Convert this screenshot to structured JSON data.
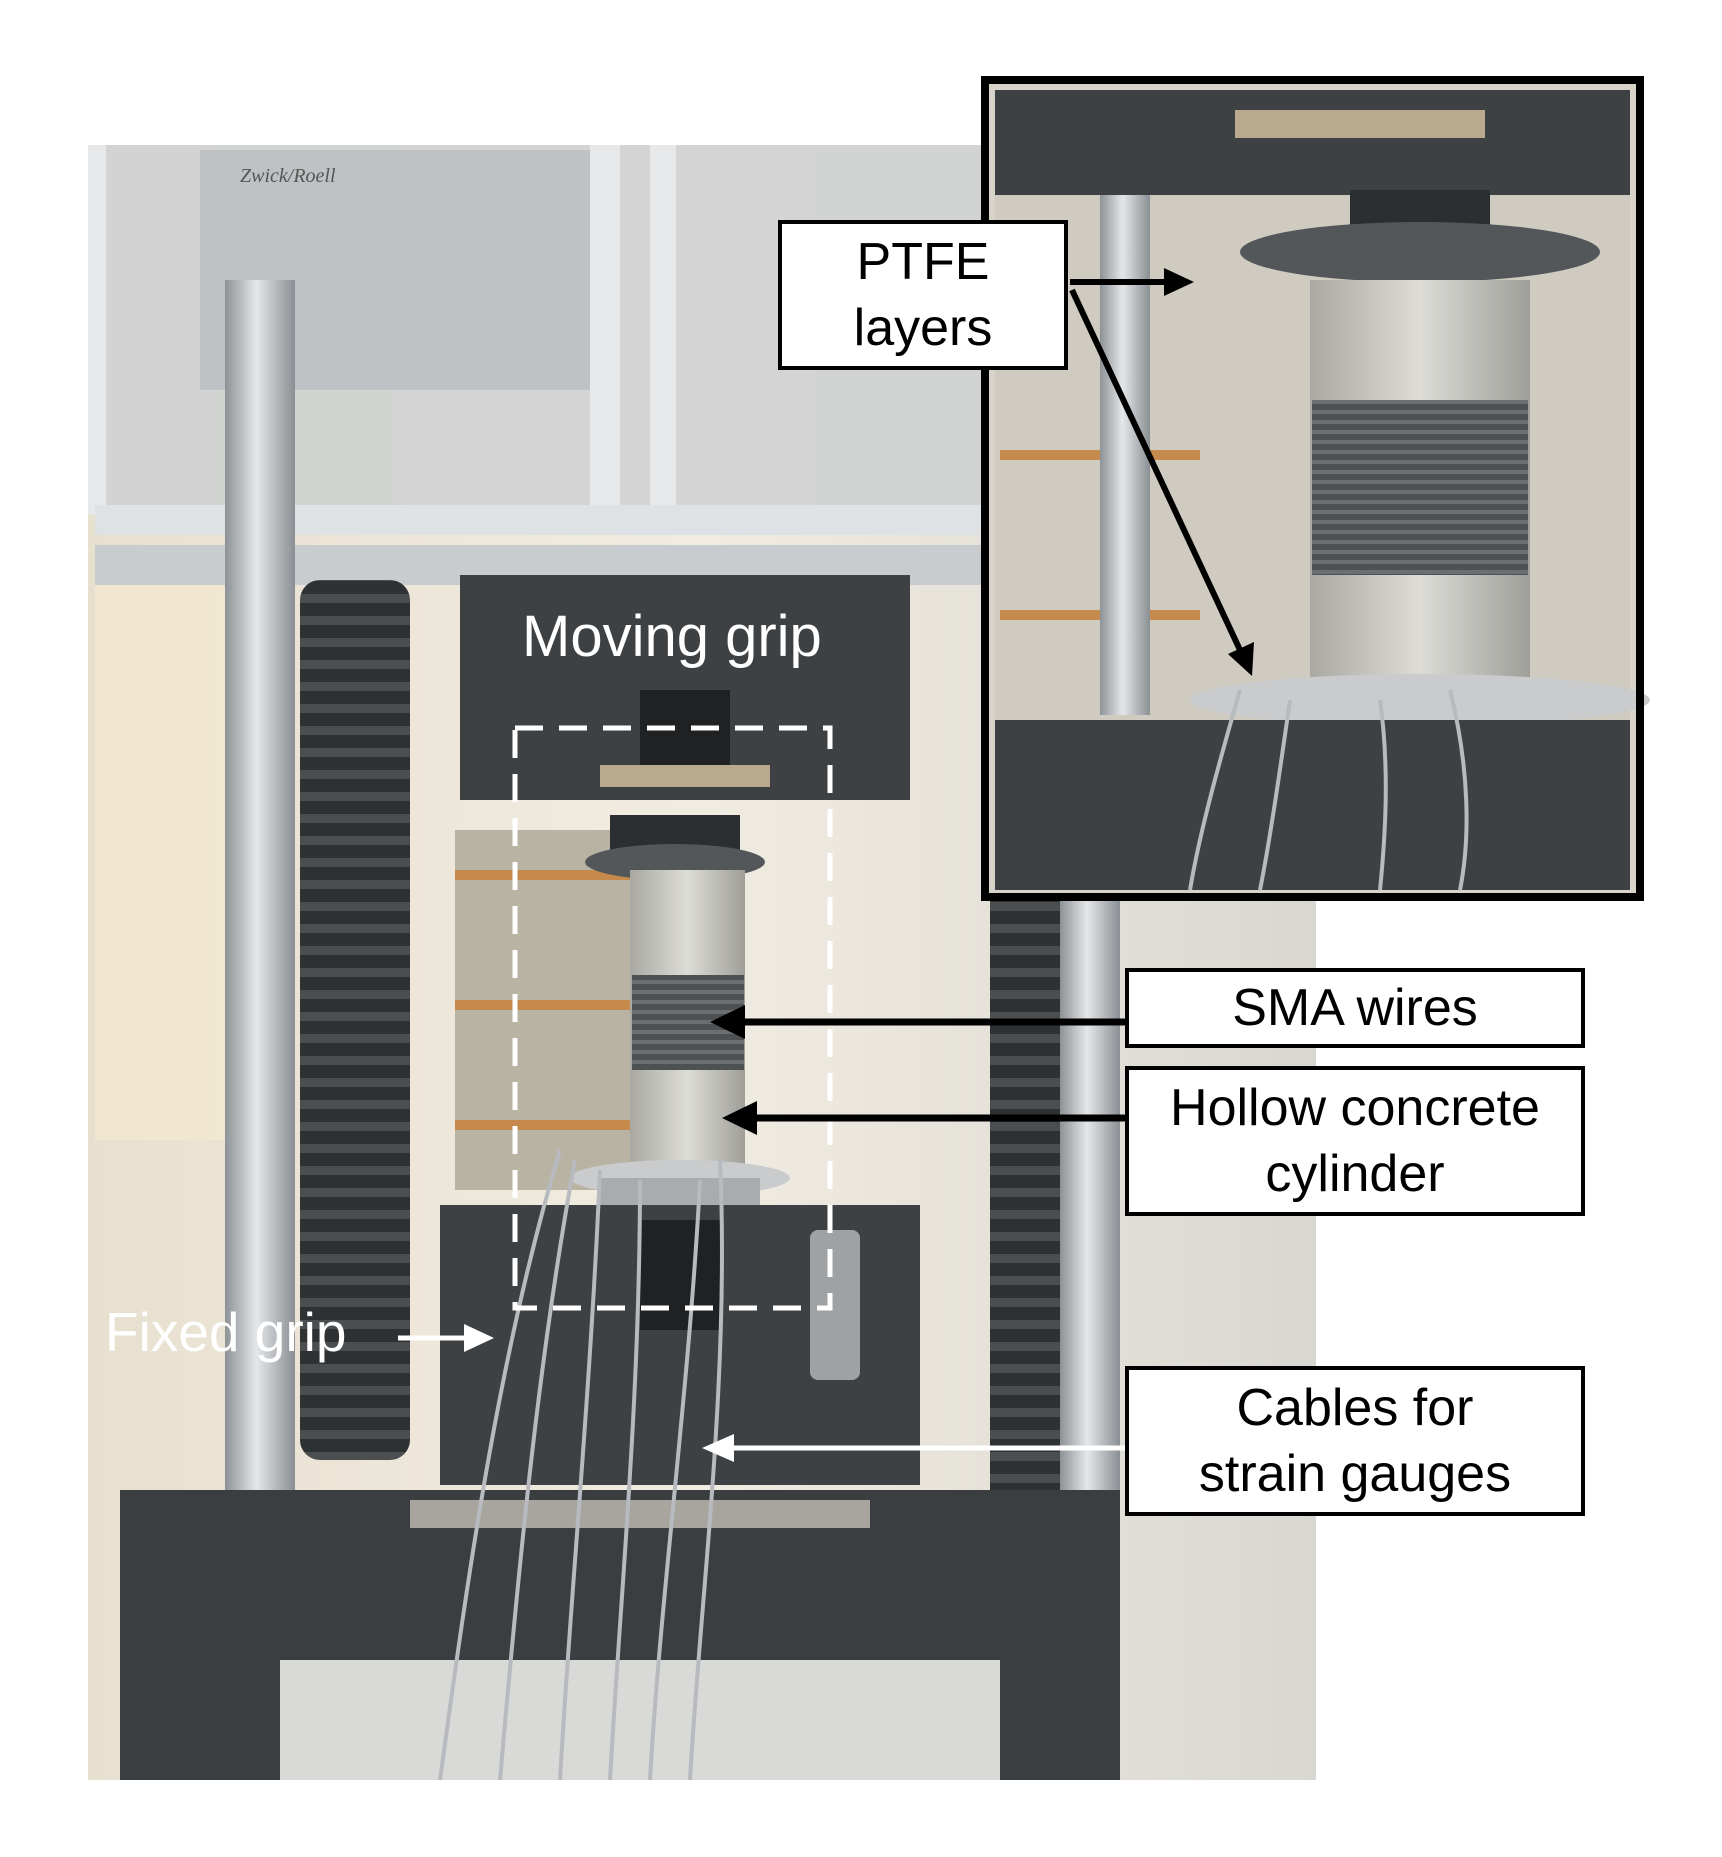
{
  "photo": {
    "machine_logo": "Zwick/Roell",
    "colors": {
      "background": "#ffffff",
      "machine_dark": "#3e4144",
      "steel": "#b7bcc1",
      "concrete": "#c7c6c1",
      "sma_band": "#5a5c5e",
      "shelf_orange": "#c58a4c"
    }
  },
  "labels": {
    "moving_grip": "Moving grip",
    "fixed_grip": "Fixed grip",
    "ptfe": "PTFE\nlayers",
    "sma": "SMA wires",
    "hollow": "Hollow concrete\ncylinder",
    "cables": "Cables for\nstrain gauges"
  }
}
